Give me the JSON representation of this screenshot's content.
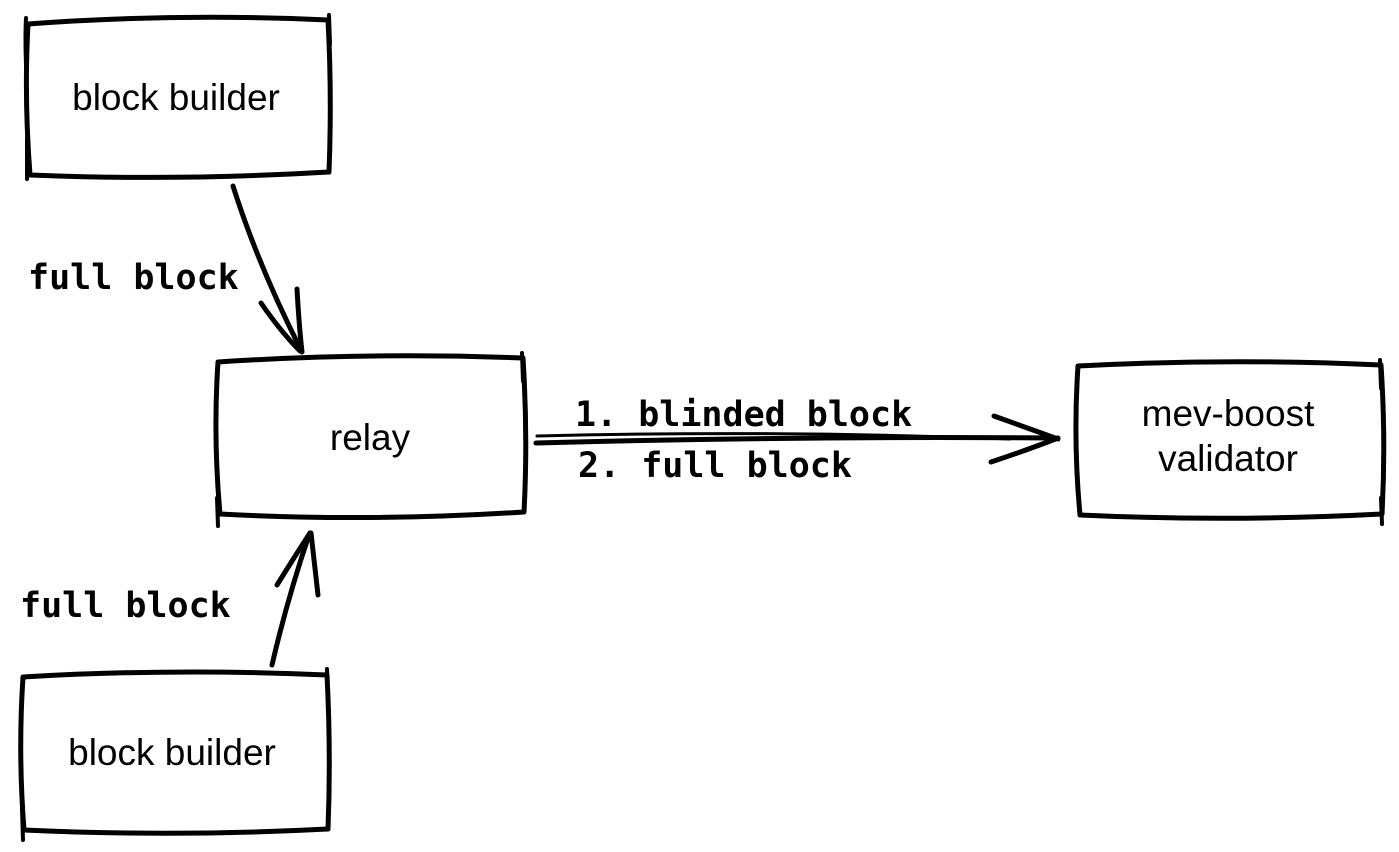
{
  "diagram": {
    "colors": {
      "stroke": "#000000",
      "background": "#ffffff"
    },
    "nodes": {
      "block_builder_top": {
        "label": "block builder"
      },
      "relay": {
        "label": "relay"
      },
      "validator": {
        "line1": "mev-boost",
        "line2": "validator"
      },
      "block_builder_bottom": {
        "label": "block builder"
      }
    },
    "edges": {
      "top_builder_to_relay": {
        "label": "full block"
      },
      "bottom_builder_to_relay": {
        "label": "full block"
      },
      "relay_to_validator": {
        "line1": "1. blinded block",
        "line2": "2. full block"
      }
    }
  }
}
